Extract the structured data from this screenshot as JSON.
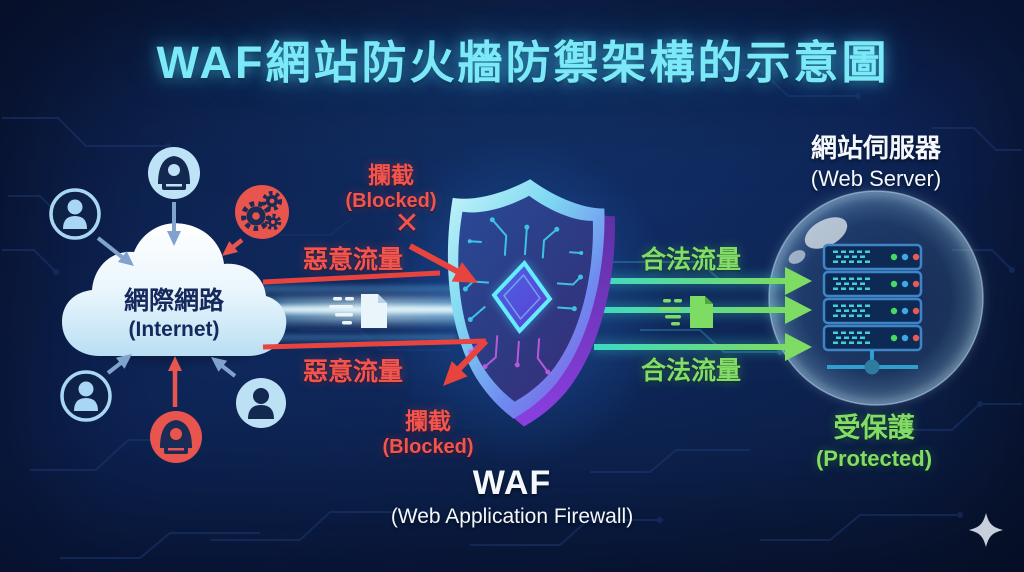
{
  "title": "WAF網站防火牆防禦架構的示意圖",
  "internet": {
    "label_zh": "網際網路",
    "label_en": "(Internet)"
  },
  "waf": {
    "label": "WAF",
    "sublabel": "(Web Application Firewall)"
  },
  "server": {
    "label_zh": "網站伺服器",
    "label_en": "(Web Server)",
    "status_zh": "受保護",
    "status_en": "(Protected)"
  },
  "traffic": {
    "malicious_top": "惡意流量",
    "malicious_bottom": "惡意流量",
    "legit_top": "合法流量",
    "legit_bottom": "合法流量",
    "blocked_top_zh": "攔截",
    "blocked_top_en": "(Blocked)",
    "blocked_bottom_zh": "攔截",
    "blocked_bottom_en": "(Blocked)",
    "block_mark": "✕"
  },
  "icons": {
    "cloud": "internet-cloud-icon",
    "user": "user-icon",
    "hacker": "hacker-laptop-icon",
    "malware": "gears-malware-icon",
    "packet": "document-packet-icon",
    "shield": "circuit-shield-icon",
    "servers": "server-rack-icon",
    "sparkle": "sparkle-icon"
  },
  "colors": {
    "background": "#0C1C44",
    "title_cyan": "#7CE9F8",
    "malicious_red": "#F2544E",
    "legitimate_green": "#7EDB63",
    "cloud_text_navy": "#16295C",
    "server_outline": "#3E85C8",
    "status_dots": [
      "#46D964",
      "#3FA8E8",
      "#E85A55"
    ]
  }
}
